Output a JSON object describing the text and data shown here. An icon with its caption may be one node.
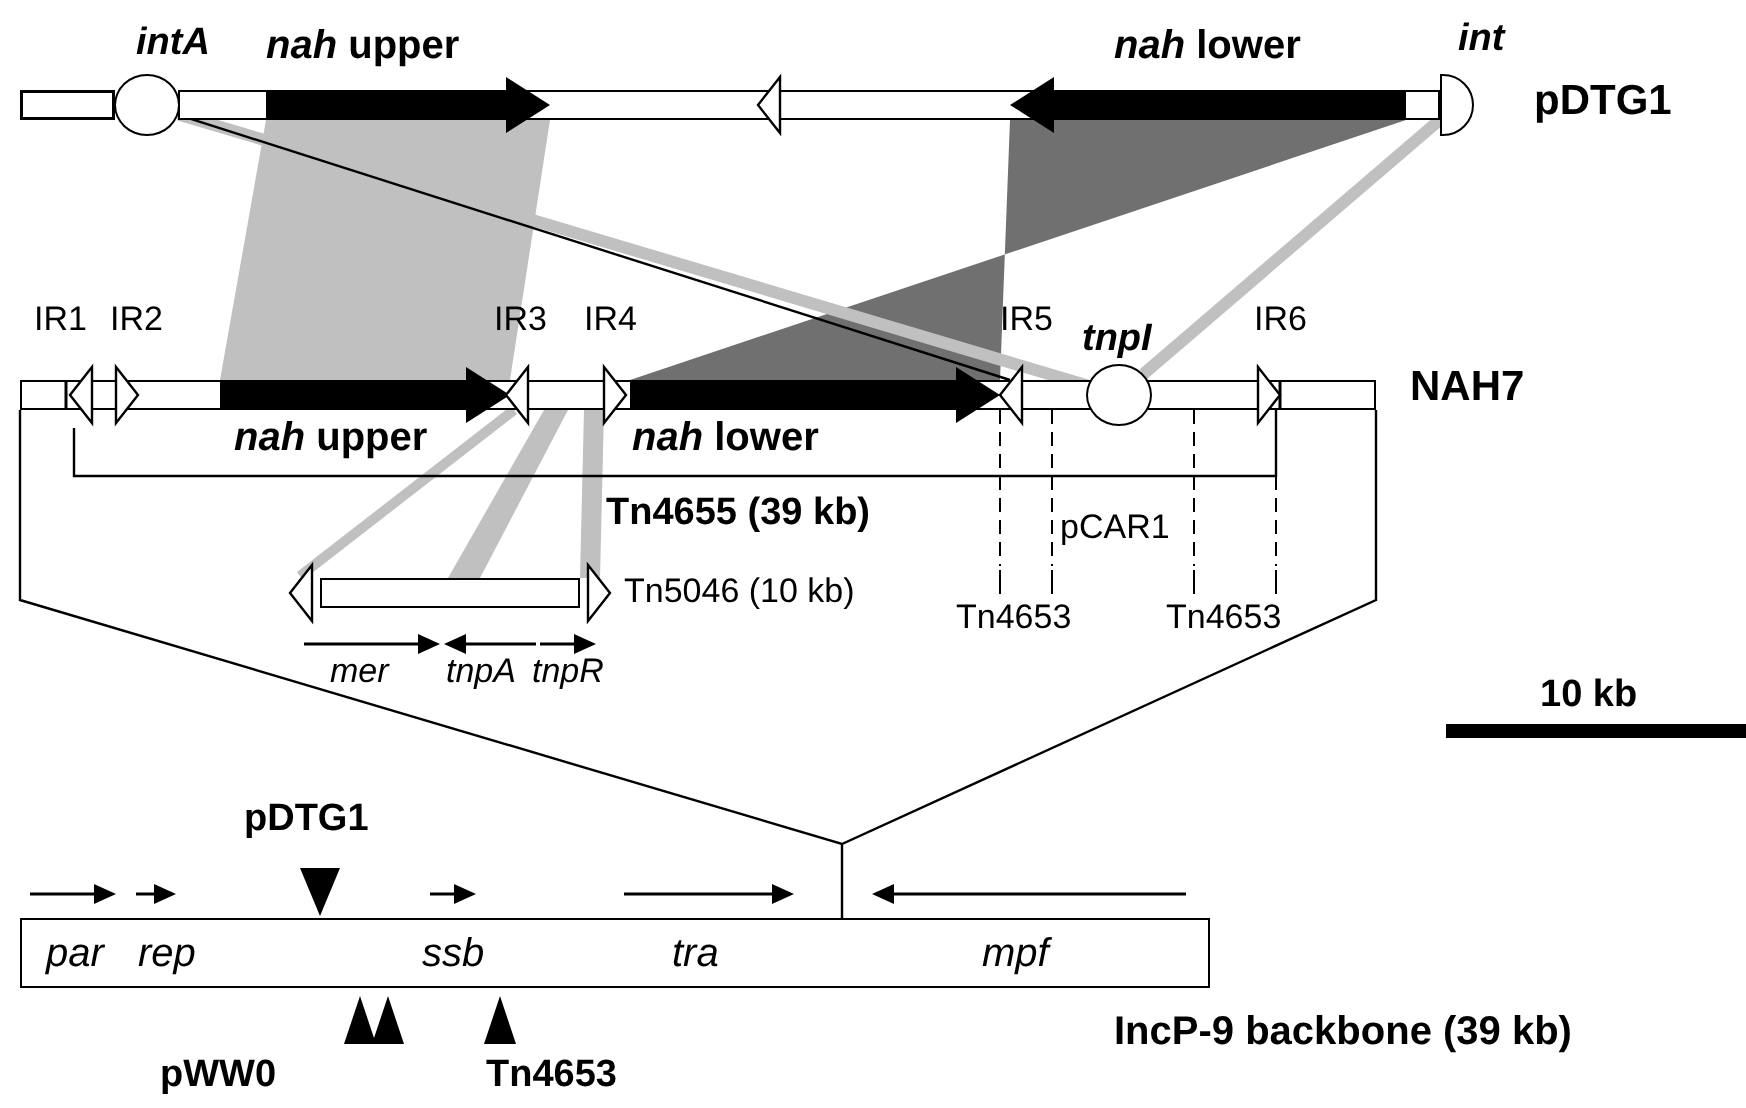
{
  "diagram": {
    "nodes": [
      {
        "text": [],
        "shape": "bar",
        "beside": [
          "pDTG1",
          "*nah* upper",
          "*nah* lower"
        ]
      },
      {
        "text": [],
        "shape": "circle",
        "beside": [
          "intA"
        ]
      },
      {
        "text": [],
        "shape": "semicircle",
        "beside": [
          "int"
        ]
      },
      {
        "text": [],
        "shape": "bar",
        "beside": [
          "NAH7",
          "*nah* upper",
          "*nah* lower"
        ]
      },
      {
        "text": [],
        "shape": "circle",
        "beside": [
          "tnpI"
        ]
      },
      {
        "text": [],
        "shape": "bar",
        "beside": [
          "Tn5046 (10 kb)",
          "mer",
          "tnpA",
          "tnpR"
        ]
      },
      {
        "text": [
          "par",
          "rep",
          "ssb",
          "tra",
          "mpf"
        ],
        "beside": [
          "IncP-9 backbone (39 kb)"
        ]
      }
    ],
    "edges": [
      {
        "from": 1,
        "to": 4,
        "arrow": "none",
        "style": "thick",
        "color": "#c0c0c0"
      },
      {
        "from": 2,
        "to": 4,
        "arrow": "none",
        "style": "thick",
        "color": "#c0c0c0"
      },
      {
        "from": 1,
        "to": 3,
        "arrow": "none",
        "color": "#000000"
      },
      {
        "from": 3,
        "to": 6,
        "arrow": "none",
        "color": "#000000"
      }
    ],
    "labels": [
      "IR1",
      "IR2",
      "IR3",
      "IR4",
      "IR5",
      "IR6",
      "Tn4655 (39 kb)",
      "pCAR1",
      "Tn4653",
      "Tn4653",
      "10 kb",
      "pDTG1",
      "pWW0",
      "Tn4653"
    ]
  }
}
